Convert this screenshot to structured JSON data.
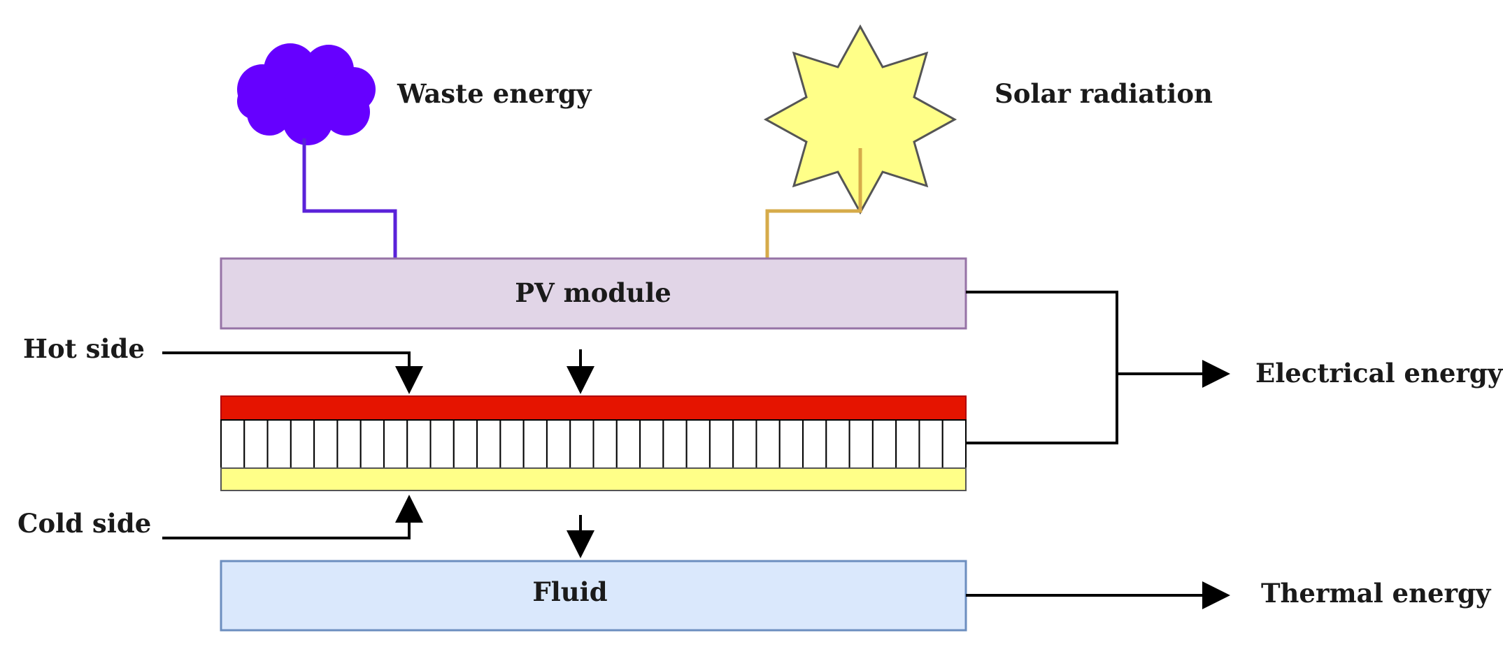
{
  "labels": {
    "waste_energy": "Waste energy",
    "solar_radiation": "Solar radiation",
    "pv_module": "PV module",
    "hot_side": "Hot side",
    "cold_side": "Cold side",
    "electrical_energy": "Electrical energy",
    "fluid": "Fluid",
    "thermal_energy": "Thermal energy"
  },
  "icons": {
    "waste": "cloud-icon",
    "solar": "sun-icon"
  },
  "colors": {
    "cloud": "#6600ff",
    "cloud_line": "#5a22d9",
    "sun_fill": "#ffff88",
    "sun_line": "#d6ab4a",
    "pv_fill": "#e1d5e7",
    "pv_stroke": "#9673a6",
    "hot_plate": "#e51400",
    "cold_plate": "#ffff88",
    "fluid_fill": "#dae8fc",
    "fluid_stroke": "#6c8ebf",
    "line": "#000000"
  },
  "teg": {
    "cell_count": 32
  }
}
